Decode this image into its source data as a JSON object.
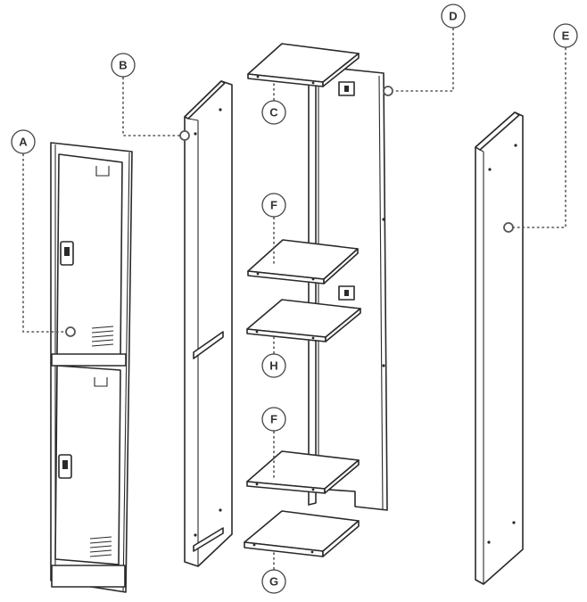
{
  "diagram": {
    "labels": {
      "a": "A",
      "b": "B",
      "c": "C",
      "d": "D",
      "e": "E",
      "f1": "F",
      "f2": "F",
      "g": "G",
      "h": "H"
    }
  }
}
